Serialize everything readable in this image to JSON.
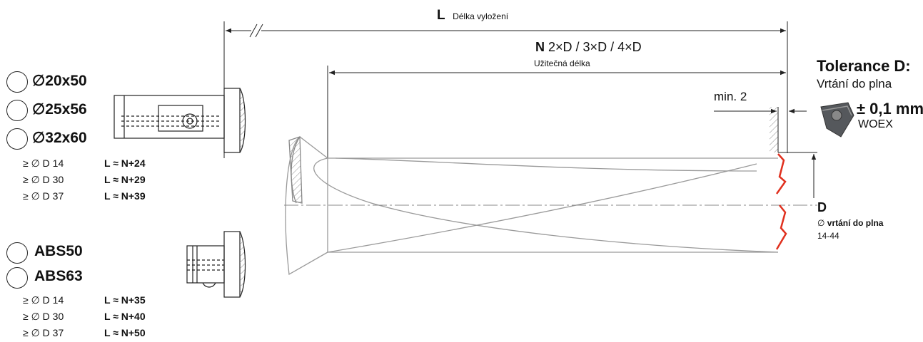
{
  "dimension_L": {
    "symbol": "L",
    "label": "Délka vyložení"
  },
  "dimension_N": {
    "symbol": "N",
    "value": "2×D / 3×D / 4×D",
    "label": "Užitečná délka"
  },
  "min_label": "min. 2",
  "tolerance": {
    "title": "Tolerance D:",
    "subtitle": "Vrtání do plna",
    "value": "± 0,1 mm",
    "insert": "WOEX"
  },
  "diameter_D": {
    "symbol": "D",
    "label_prefix": "∅",
    "label": "vrtání do plna",
    "range": "14-44"
  },
  "shank_options": {
    "cylindrical": [
      {
        "label": "∅20x50"
      },
      {
        "label": "∅25x56"
      },
      {
        "label": "∅32x60"
      }
    ],
    "abs": [
      {
        "label": "ABS50"
      },
      {
        "label": "ABS63"
      }
    ]
  },
  "cylindrical_formulas": [
    {
      "condition": "≥ ∅ D 14",
      "formula": "L ≈ N+24"
    },
    {
      "condition": "≥ ∅ D 30",
      "formula": "L ≈ N+29"
    },
    {
      "condition": "≥ ∅ D 37",
      "formula": "L ≈ N+39"
    }
  ],
  "abs_formulas": [
    {
      "condition": "≥ ∅ D 14",
      "formula": "L ≈ N+35"
    },
    {
      "condition": "≥ ∅ D 30",
      "formula": "L ≈ N+40"
    },
    {
      "condition": "≥ ∅ D 37",
      "formula": "L ≈ N+50"
    }
  ],
  "colors": {
    "line": "#222222",
    "drill_outline": "#9a9a9a",
    "cutting_edge": "#e0301e",
    "insert": "#55585c"
  }
}
